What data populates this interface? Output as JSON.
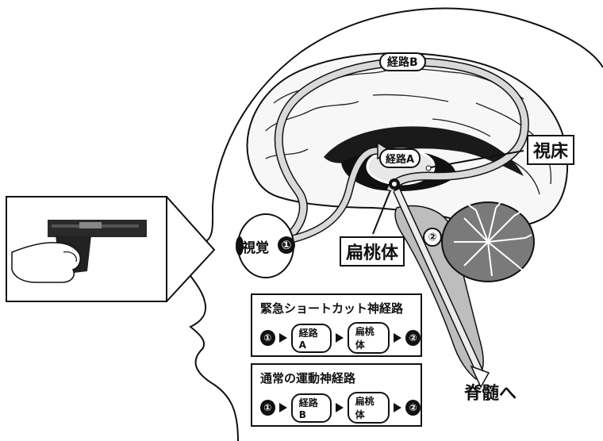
{
  "labels": {
    "route_b": "経路B",
    "route_a": "経路A",
    "thalamus": "視床",
    "vision": "視覚",
    "vision_num": "①",
    "amygdala": "扁桃体",
    "spinal_num": "②",
    "spinal": "脊髄へ"
  },
  "panels": [
    {
      "title": "緊急ショートカット神経路",
      "sequence": [
        "①",
        "経路A",
        "扁桃体",
        "②"
      ]
    },
    {
      "title": "通常の運動神経路",
      "sequence": [
        "①",
        "経路B",
        "扁桃体",
        "②"
      ]
    }
  ],
  "icons": [
    "pistol-icon",
    "hand-icon",
    "eye-icon",
    "brain-icon",
    "cerebellum-icon"
  ]
}
